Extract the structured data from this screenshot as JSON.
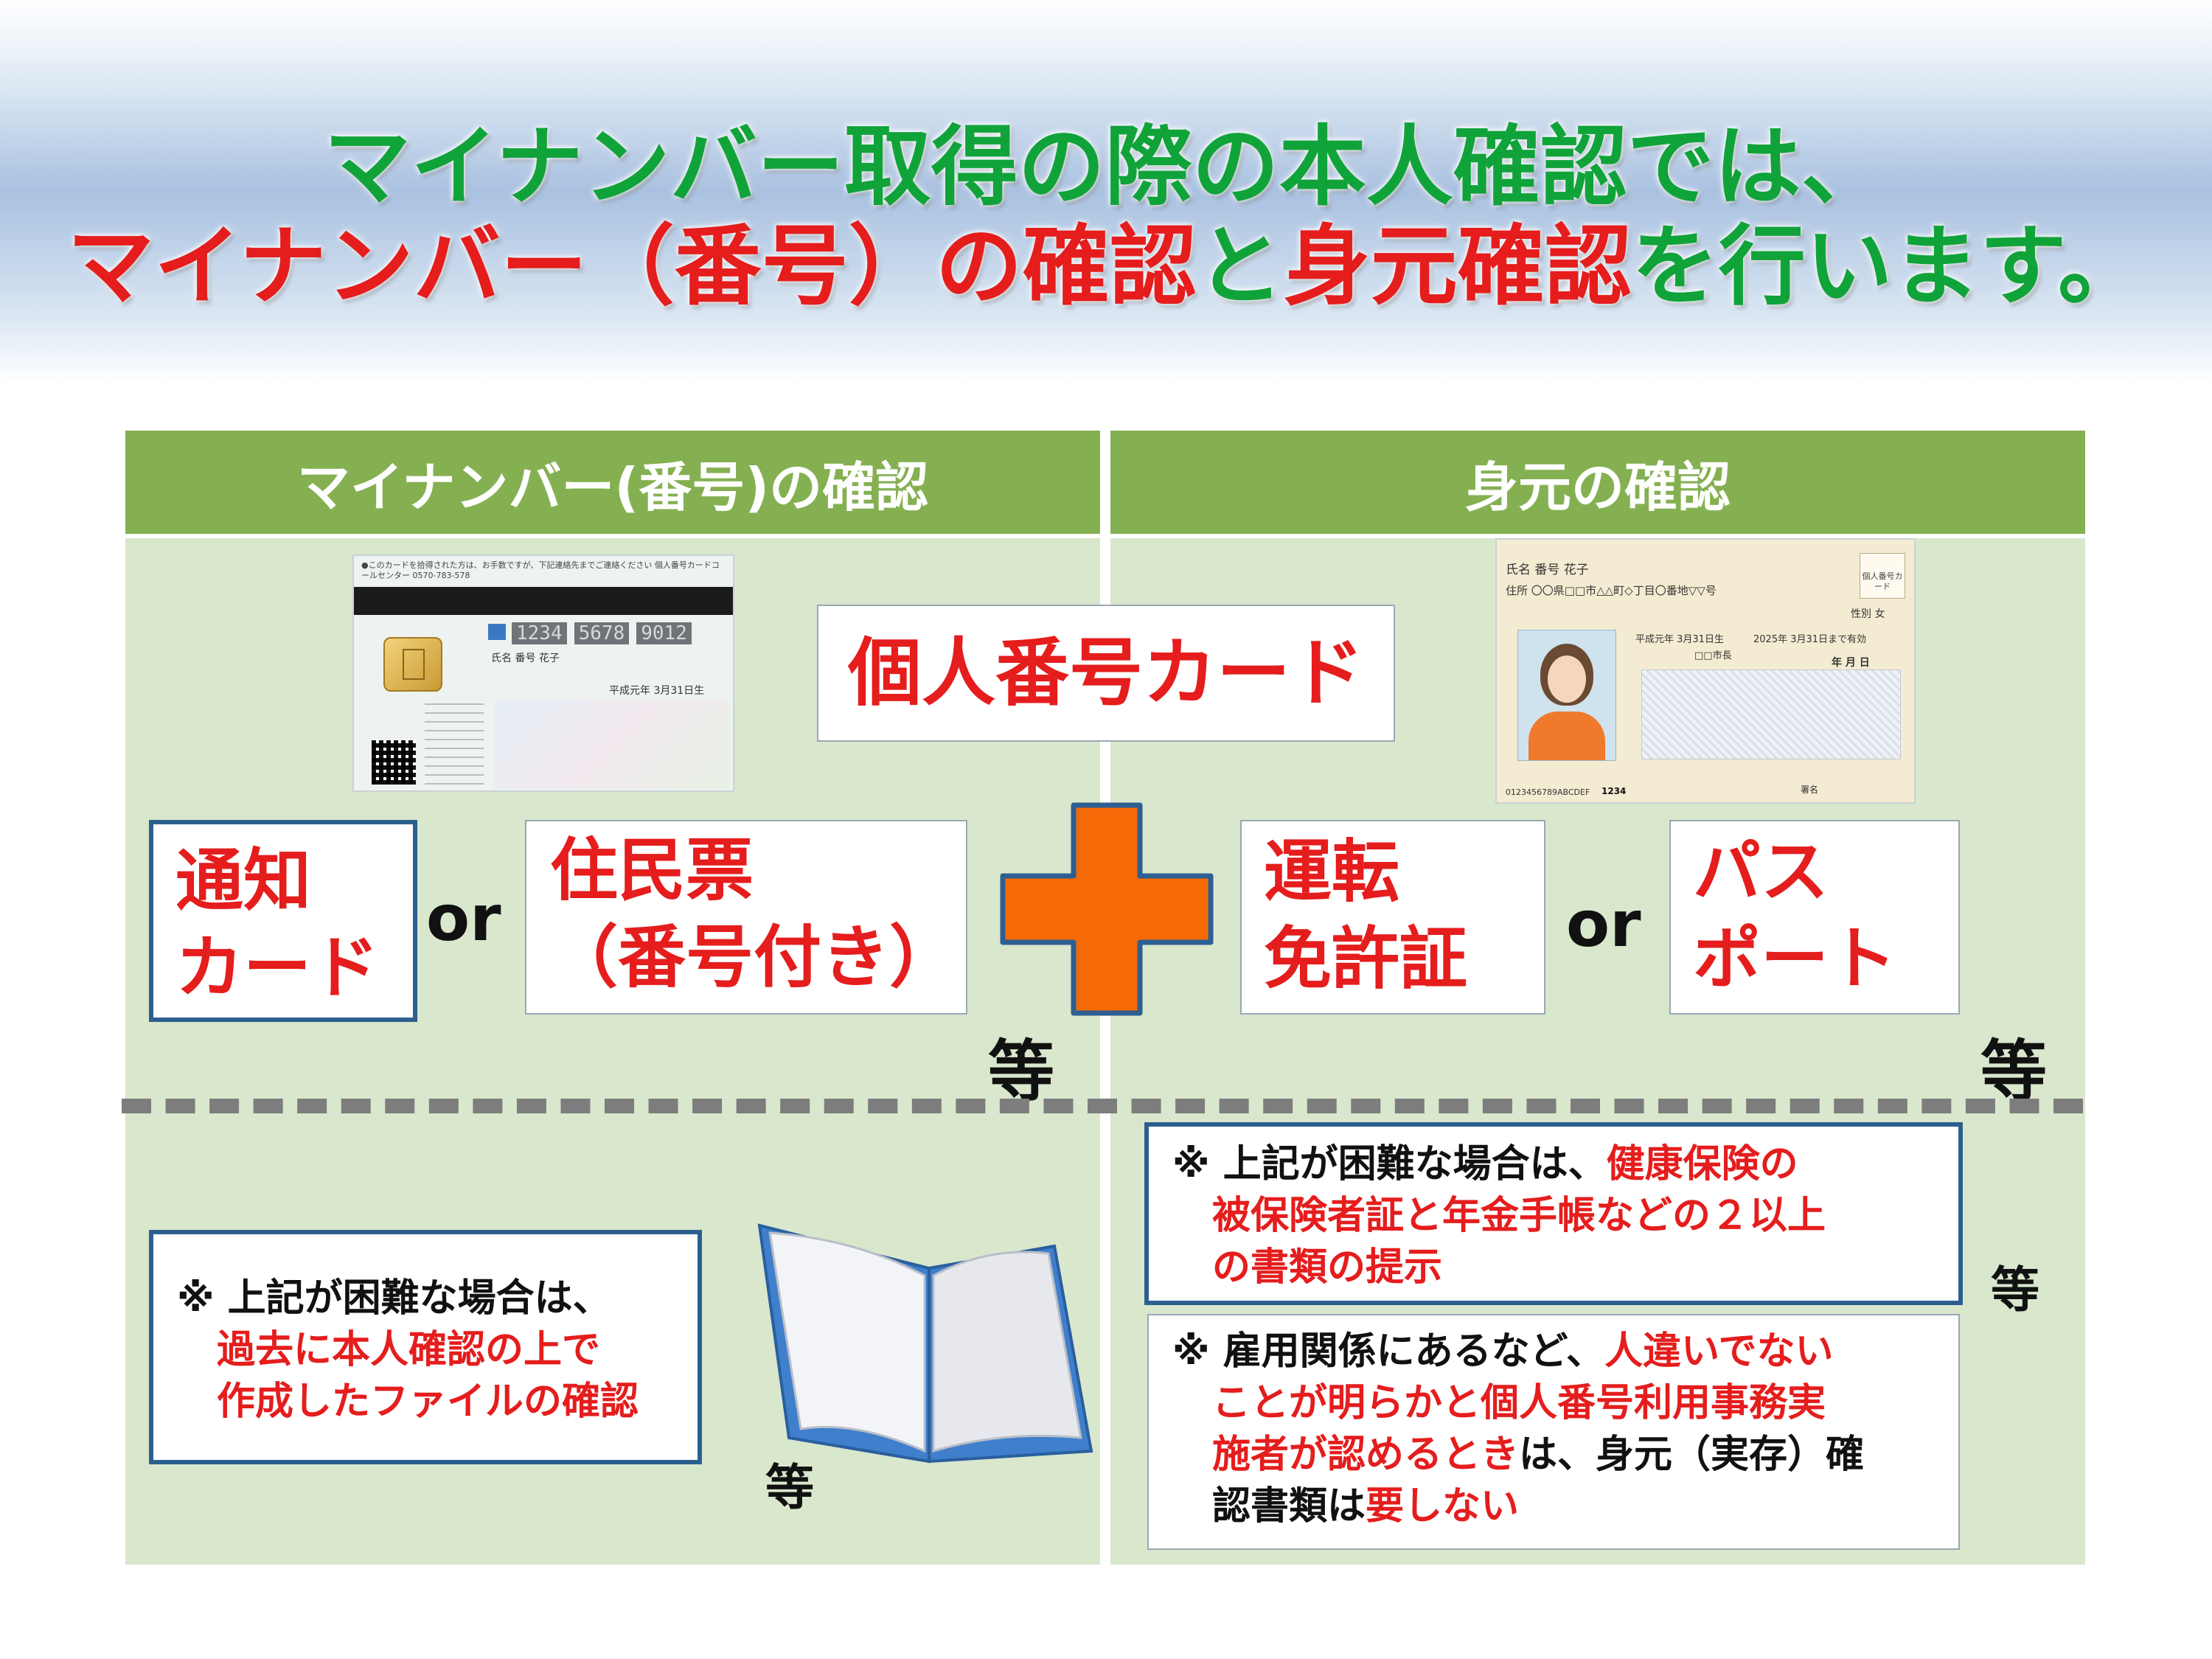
{
  "title": {
    "line1": "マイナンバー取得の際の本人確認では、",
    "line2_part1": "マイナンバー（番号）の確認",
    "line2_part2": "と",
    "line2_part3": "身元確認",
    "line2_part4": "を行います。"
  },
  "left": {
    "header": "マイナンバー(番号)の確認",
    "card": {
      "notice": "●このカードを拾得された方は、お手数ですが、下記連絡先までご連絡ください 個人番号カードコールセンター 0570-783-578",
      "number_segments": [
        "1234",
        "5678",
        "9012"
      ],
      "name": "氏名 番号 花子",
      "birth": "平成元年 3月31日生"
    },
    "option1": [
      "通知",
      "カード"
    ],
    "or": "or",
    "option2": [
      "住民票",
      "（番号付き）"
    ],
    "etc": "等",
    "note": {
      "line1": "※ 上記が困難な場合は、",
      "line2": "過去に本人確認の上で",
      "line3": "作成したファイルの確認"
    },
    "note_etc": "等"
  },
  "center": {
    "card_label": "個人番号カード"
  },
  "right": {
    "header": "身元の確認",
    "card": {
      "name": "氏名 番号 花子",
      "address": "住所 〇〇県□□市△△町◇丁目〇番地▽▽号",
      "sex": "性別 女",
      "birth": "平成元年 3月31日生",
      "valid": "2025年 3月31日まで有効",
      "issuer": "□□市長",
      "ymd": "年 月 日",
      "serial": "0123456789ABCDEF",
      "pin": "1234",
      "logo": "個人番号カード",
      "sign": "署名"
    },
    "option1": [
      "運転",
      "免許証"
    ],
    "or": "or",
    "option2": [
      "パス",
      "ポート"
    ],
    "etc": "等",
    "note1": {
      "lead": "※ 上記が困難な場合は、",
      "red1": "健康保険の",
      "red2": "被保険者証と年金手帳などの２以上",
      "red3": "の書類の提示"
    },
    "note1_etc": "等",
    "note2": {
      "lead": "※ 雇用関係にあるなど、",
      "red1": "人違いでない",
      "red2": "ことが明らかと個人番号利用事務実",
      "red3": "施者が認めるとき",
      "mid": "は、身元（実存）確",
      "tail1": "認書類は",
      "red4": "要しない"
    }
  }
}
